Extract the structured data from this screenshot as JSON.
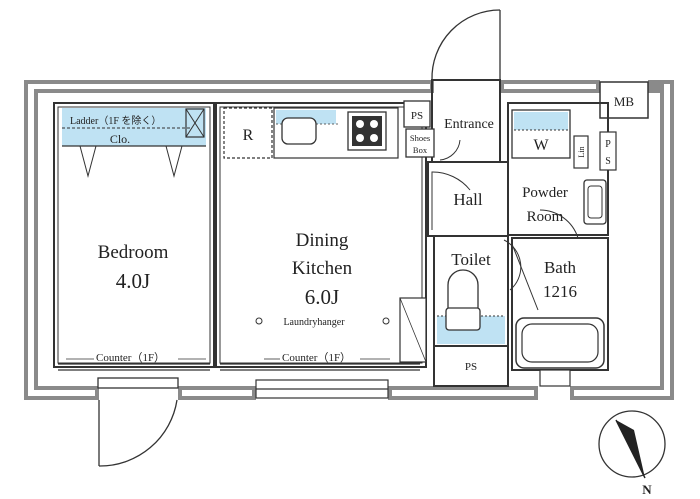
{
  "colors": {
    "wall": "#8a8a8a",
    "line": "#333333",
    "fixture_blue": "#bfe2f3",
    "background": "#ffffff"
  },
  "labels": {
    "mb": "MB",
    "ps_top": "PS",
    "ps_bottom": "PS",
    "ps_side_p": "P",
    "ps_side_s": "S",
    "entrance": "Entrance",
    "shoes_box_1": "Shoes",
    "shoes_box_2": "Box",
    "washer": "W",
    "lin": "Lin",
    "hall": "Hall",
    "powder_room_1": "Powder",
    "powder_room_2": "Room",
    "toilet": "Toilet",
    "bath_1": "Bath",
    "bath_2": "1216",
    "ladder": "Ladder（1F を除く）",
    "closet": "Clo.",
    "refrigerator": "R",
    "bedroom_name": "Bedroom",
    "bedroom_size": "4.0J",
    "dining_1": "Dining",
    "dining_2": "Kitchen",
    "dining_size": "6.0J",
    "laundry": "Laundryhanger",
    "counter_left": "Counter（1F）",
    "counter_right": "Counter（1F）",
    "north": "N"
  },
  "icons": {
    "compass": "north-arrow-icon",
    "stove": "stove-icon",
    "sink": "sink-icon",
    "toilet": "toilet-icon",
    "bathtub": "bathtub-icon"
  }
}
